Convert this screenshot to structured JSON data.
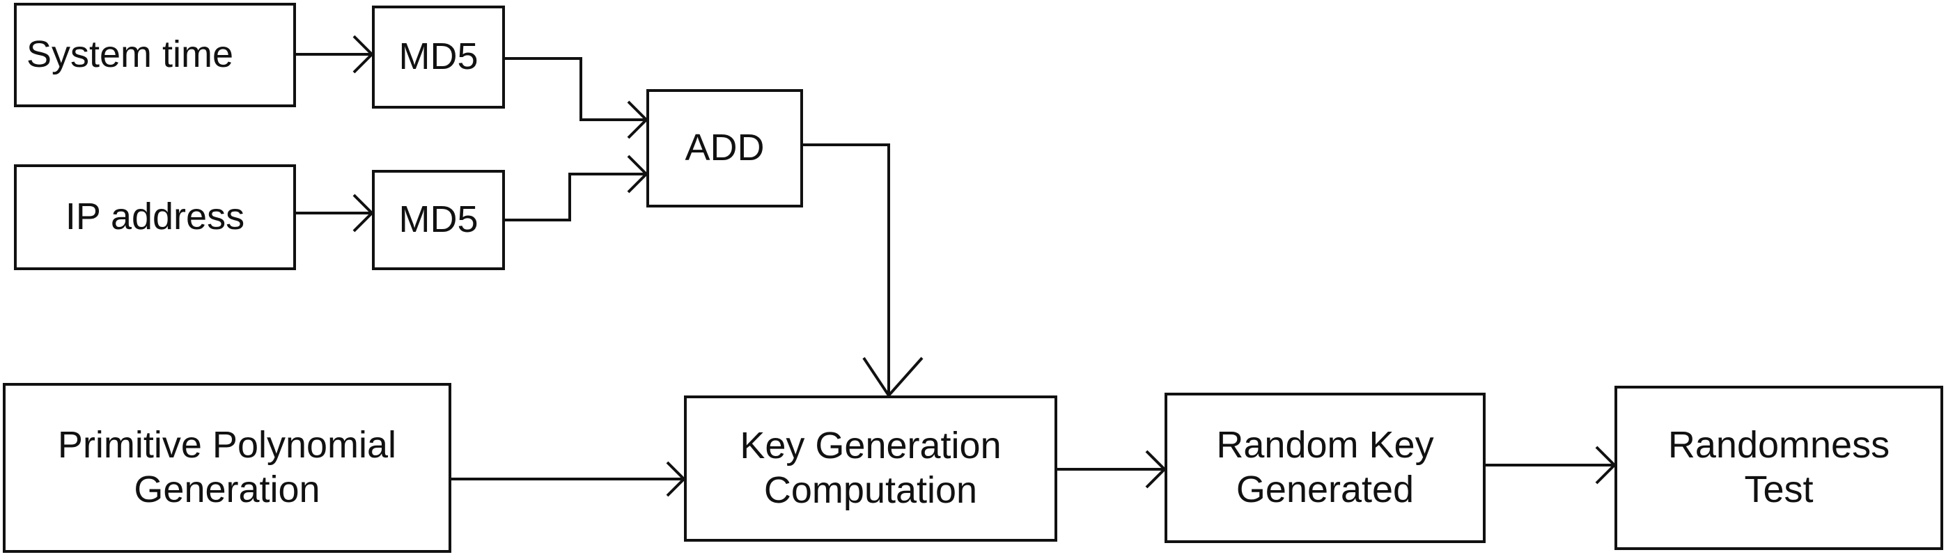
{
  "diagram": {
    "nodes": {
      "system_time": {
        "label": "System time"
      },
      "md5_top": {
        "label": "MD5"
      },
      "ip_address": {
        "label": "IP address"
      },
      "md5_bottom": {
        "label": "MD5"
      },
      "add": {
        "label": "ADD"
      },
      "primitive_polynomial": {
        "line1": "Primitive Polynomial",
        "line2": "Generation"
      },
      "key_generation": {
        "line1": "Key Generation",
        "line2": "Computation"
      },
      "random_key": {
        "line1": "Random Key",
        "line2": "Generated"
      },
      "randomness_test": {
        "line1": "Randomness",
        "line2": "Test"
      }
    },
    "edges": [
      {
        "from": "System time",
        "to": "MD5"
      },
      {
        "from": "IP address",
        "to": "MD5"
      },
      {
        "from": "MD5",
        "to": "ADD"
      },
      {
        "from": "MD5",
        "to": "ADD"
      },
      {
        "from": "ADD",
        "to": "Key Generation Computation"
      },
      {
        "from": "Primitive Polynomial Generation",
        "to": "Key Generation Computation"
      },
      {
        "from": "Key Generation Computation",
        "to": "Random Key Generated"
      },
      {
        "from": "Random Key Generated",
        "to": "Randomness Test"
      }
    ],
    "colors": {
      "stroke": "#111111",
      "background": "#ffffff"
    }
  }
}
